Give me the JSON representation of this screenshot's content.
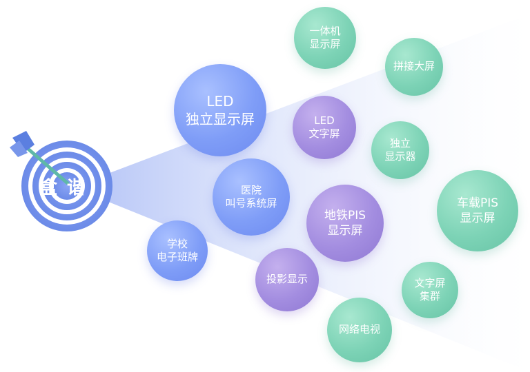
{
  "logo": {
    "text": "盒谐"
  },
  "bubbles": [
    {
      "id": "led-display",
      "label": "LED\n独立显示屏",
      "color": "blue"
    },
    {
      "id": "hospital-queue",
      "label": "医院\n叫号系统屏",
      "color": "blue"
    },
    {
      "id": "school-board",
      "label": "学校\n电子班牌",
      "color": "blue"
    },
    {
      "id": "led-text",
      "label": "LED\n文字屏",
      "color": "purple"
    },
    {
      "id": "metro-pis",
      "label": "地铁PIS\n显示屏",
      "color": "purple"
    },
    {
      "id": "projection",
      "label": "投影显示",
      "color": "purple"
    },
    {
      "id": "all-in-one",
      "label": "一体机\n显示屏",
      "color": "green"
    },
    {
      "id": "splicing",
      "label": "拼接大屏",
      "color": "green"
    },
    {
      "id": "independent",
      "label": "独立\n显示器",
      "color": "green"
    },
    {
      "id": "vehicle-pis",
      "label": "车载PIS\n显示屏",
      "color": "green"
    },
    {
      "id": "text-cluster",
      "label": "文字屏\n集群",
      "color": "green"
    },
    {
      "id": "network-tv",
      "label": "网络电视",
      "color": "green"
    }
  ],
  "colors": {
    "blue": "#7f9df7",
    "purple": "#a38de0",
    "green": "#7dd3b6",
    "target_ring": "#6f8fe8",
    "arrow": "#5fb8a8"
  }
}
